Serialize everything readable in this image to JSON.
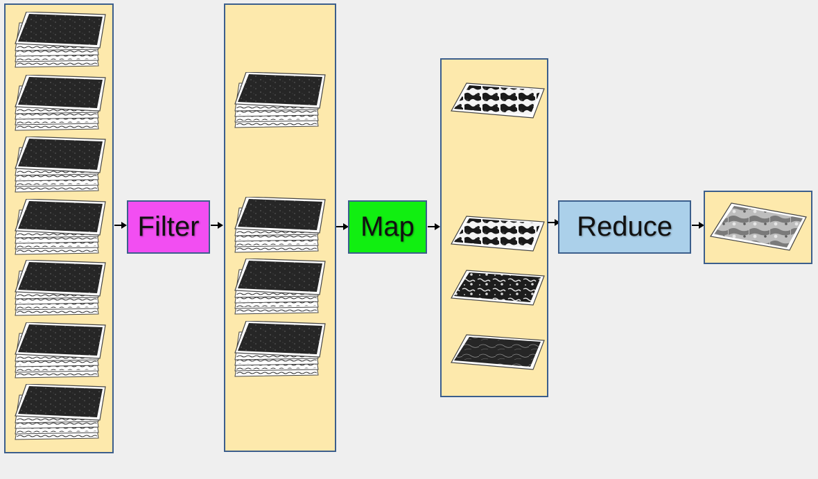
{
  "stages": {
    "filter": {
      "label": "Filter",
      "color": "#f24ef2"
    },
    "map": {
      "label": "Map",
      "color": "#11ef11"
    },
    "reduce": {
      "label": "Reduce",
      "color": "#abd0ea"
    }
  },
  "colors": {
    "panel_fill": "#fde9ac",
    "panel_border": "#3b5e8c",
    "background": "#efefef"
  },
  "icons": {
    "image_stack": "stacked-raster-images-icon",
    "single_image": "raster-image-icon",
    "composite_image": "composite-raster-image-icon"
  }
}
